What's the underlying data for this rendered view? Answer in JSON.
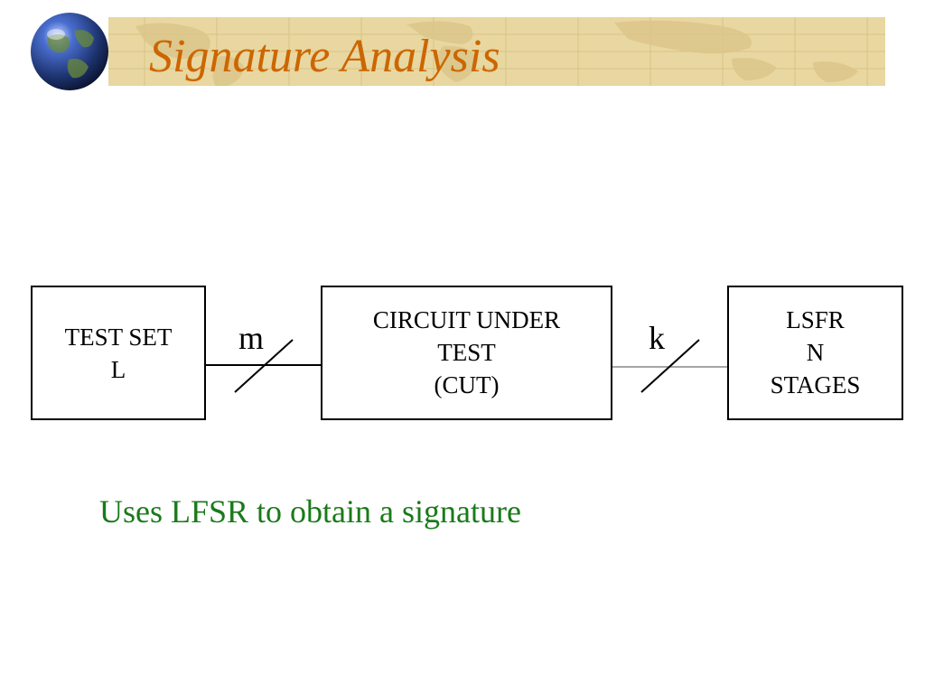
{
  "slide": {
    "title": "Signature Analysis",
    "caption": "Uses LFSR to obtain a signature"
  },
  "diagram": {
    "blocks": {
      "test_set": {
        "line1": "TEST SET",
        "line2": "L"
      },
      "cut": {
        "line1": "CIRCUIT UNDER",
        "line2": "TEST",
        "line3": "(CUT)"
      },
      "lsfr": {
        "line1": "LSFR",
        "line2": "N",
        "line3": "STAGES"
      }
    },
    "buses": {
      "input_width": "m",
      "output_width": "k"
    }
  },
  "colors": {
    "title": "#cc6600",
    "caption": "#1a7a1a",
    "header_band": "#e8d7a0",
    "globe": "#2a4a9a"
  },
  "icons": {
    "header_graphic": "world-map-band",
    "logo": "globe-icon"
  }
}
